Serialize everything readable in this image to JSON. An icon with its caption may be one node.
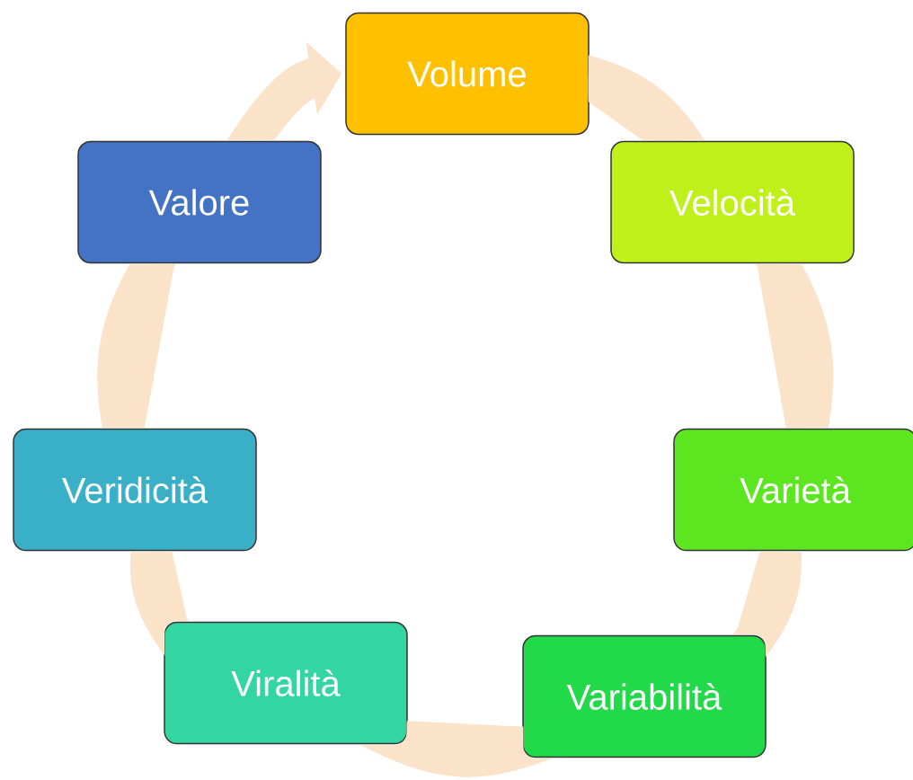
{
  "diagram": {
    "nodes": [
      {
        "text": [
          "Volume"
        ]
      },
      {
        "text": [
          "Velocità"
        ]
      },
      {
        "text": [
          "Varietà"
        ]
      },
      {
        "text": [
          "Variabilità"
        ]
      },
      {
        "text": [
          "Viralità"
        ]
      },
      {
        "text": [
          "Veridicità"
        ]
      },
      {
        "text": [
          "Valore"
        ]
      }
    ],
    "edges": [
      {
        "from": 0,
        "to": 1,
        "arrow": "none"
      },
      {
        "from": 1,
        "to": 2,
        "arrow": "none"
      },
      {
        "from": 2,
        "to": 3,
        "arrow": "none"
      },
      {
        "from": 3,
        "to": 4,
        "arrow": "none"
      },
      {
        "from": 4,
        "to": 5,
        "arrow": "none"
      },
      {
        "from": 5,
        "to": 6,
        "arrow": "none"
      },
      {
        "from": 6,
        "to": 0,
        "arrow": "to"
      }
    ]
  }
}
